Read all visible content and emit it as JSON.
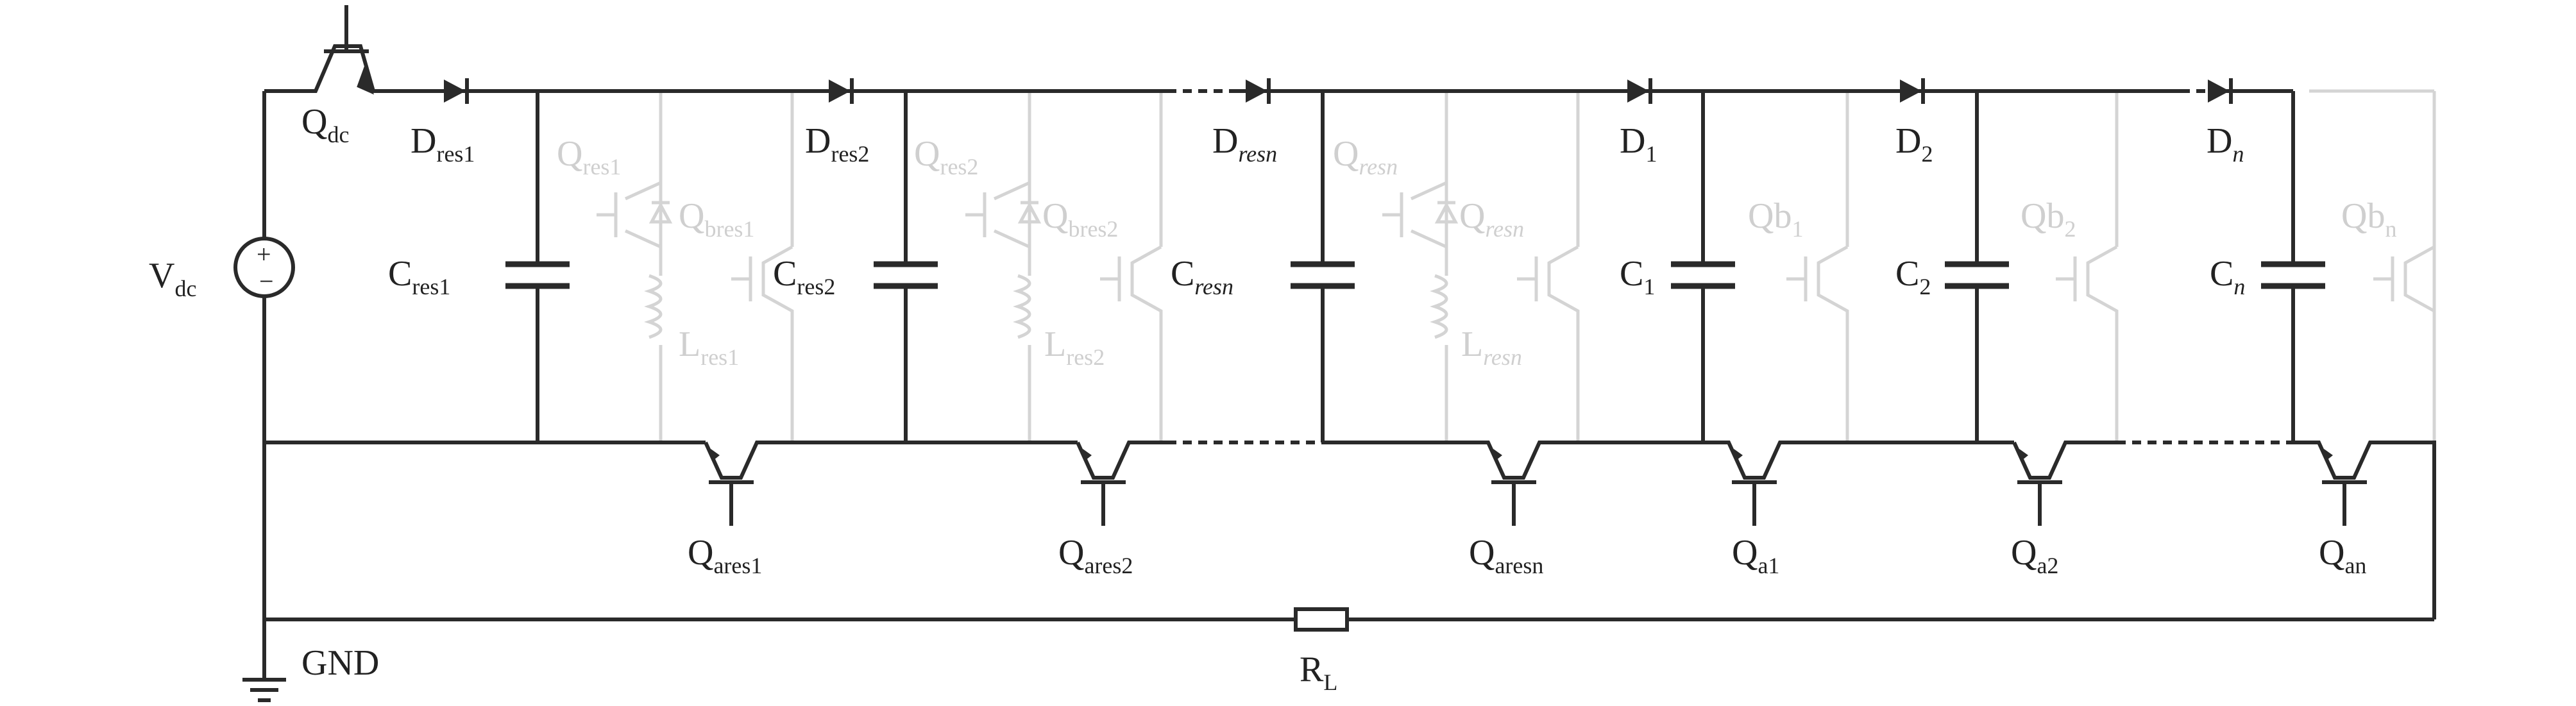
{
  "colors": {
    "wire": "#2a2a2a",
    "ghost": "#d4d4d4",
    "background": "#ffffff"
  },
  "labels": {
    "vdc": {
      "main": "V",
      "sub": "dc"
    },
    "qdc": {
      "main": "Q",
      "sub": "dc"
    },
    "gnd": {
      "main": "GND",
      "sub": ""
    },
    "rl": {
      "main": "R",
      "sub": "L"
    },
    "d_res1": {
      "main": "D",
      "sub": "res1"
    },
    "d_res2": {
      "main": "D",
      "sub": "res2"
    },
    "d_resn": {
      "main": "D",
      "sub": "resn"
    },
    "d_1": {
      "main": "D",
      "sub": "1"
    },
    "d_2": {
      "main": "D",
      "sub": "2"
    },
    "d_n": {
      "main": "D",
      "sub": "n"
    },
    "c_res1": {
      "main": "C",
      "sub": "res1"
    },
    "c_res2": {
      "main": "C",
      "sub": "res2"
    },
    "c_resn": {
      "main": "C",
      "sub": "resn"
    },
    "c_1": {
      "main": "C",
      "sub": "1"
    },
    "c_2": {
      "main": "C",
      "sub": "2"
    },
    "c_n": {
      "main": "C",
      "sub": "n"
    },
    "q_ares1": {
      "main": "Q",
      "sub": "ares1"
    },
    "q_ares2": {
      "main": "Q",
      "sub": "ares2"
    },
    "q_aresn": {
      "main": "Q",
      "sub": "aresn"
    },
    "q_a1": {
      "main": "Q",
      "sub": "a1"
    },
    "q_a2": {
      "main": "Q",
      "sub": "a2"
    },
    "q_an": {
      "main": "Q",
      "sub": "an"
    },
    "q_res1": {
      "main": "Q",
      "sub": "res1"
    },
    "q_bres1": {
      "main": "Q",
      "sub": "bres1"
    },
    "l_res1": {
      "main": "L",
      "sub": "res1"
    },
    "q_res2": {
      "main": "Q",
      "sub": "res2"
    },
    "q_bres2": {
      "main": "Q",
      "sub": "bres2"
    },
    "l_res2": {
      "main": "L",
      "sub": "res2"
    },
    "q_resn_a": {
      "main": "Q",
      "sub": "resn"
    },
    "q_resn_b": {
      "main": "Q",
      "sub": "resn"
    },
    "l_resn": {
      "main": "L",
      "sub": "resn"
    },
    "qb_1": {
      "main": "Qb",
      "sub": "1"
    },
    "qb_2": {
      "main": "Qb",
      "sub": "2"
    },
    "qb_n": {
      "main": "Qb",
      "sub": "n"
    }
  }
}
